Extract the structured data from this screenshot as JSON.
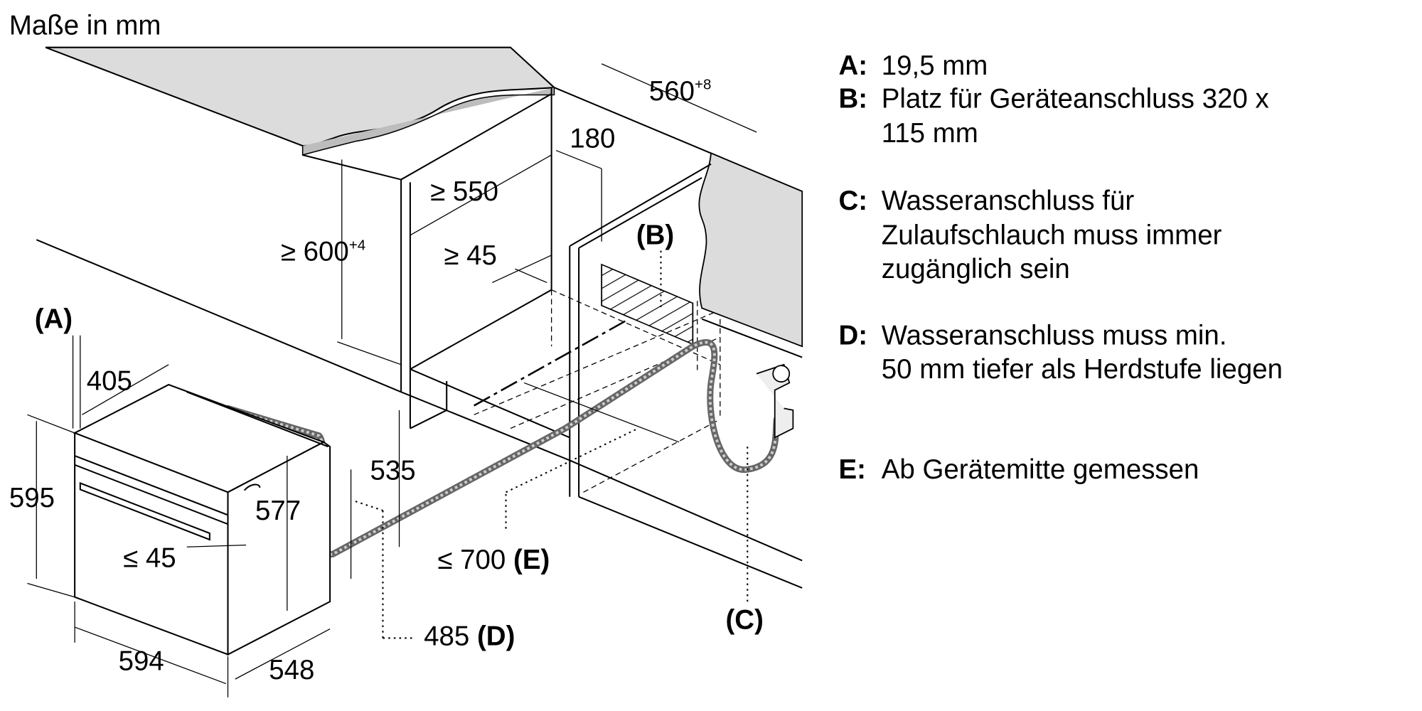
{
  "title": "Maße in mm",
  "dimensions": {
    "countertop_depth": "560",
    "countertop_depth_tol": "+8",
    "niche_height": "≥ 600",
    "niche_height_tol": "+4",
    "niche_depth": "≥ 550",
    "back_gap": "≥ 45",
    "side_offset": "180",
    "label_b": "(B)",
    "label_a": "(A)",
    "oven_depth_top": "405",
    "oven_height": "595",
    "inner_height": "577",
    "handle": "≤ 45",
    "oven_width": "594",
    "oven_depth": "548",
    "connection_height": "535",
    "dist_e": "≤ 700",
    "label_e": "(E)",
    "dist_d": "485",
    "label_d": "(D)",
    "label_c": "(C)"
  },
  "legend": [
    {
      "key": "A:",
      "lines": [
        "19,5 mm"
      ]
    },
    {
      "key": "B:",
      "lines": [
        "Platz für Geräteanschluss 320 x",
        "115 mm"
      ]
    },
    {
      "key": "C:",
      "lines": [
        "Wasseranschluss für",
        "Zulaufschlauch muss immer",
        "zugänglich sein"
      ]
    },
    {
      "key": "D:",
      "lines": [
        "Wasseranschluss muss min.",
        "50 mm tiefer als Herdstufe liegen"
      ]
    },
    {
      "key": "E:",
      "lines": [
        "Ab Gerätemitte gemessen"
      ]
    }
  ]
}
